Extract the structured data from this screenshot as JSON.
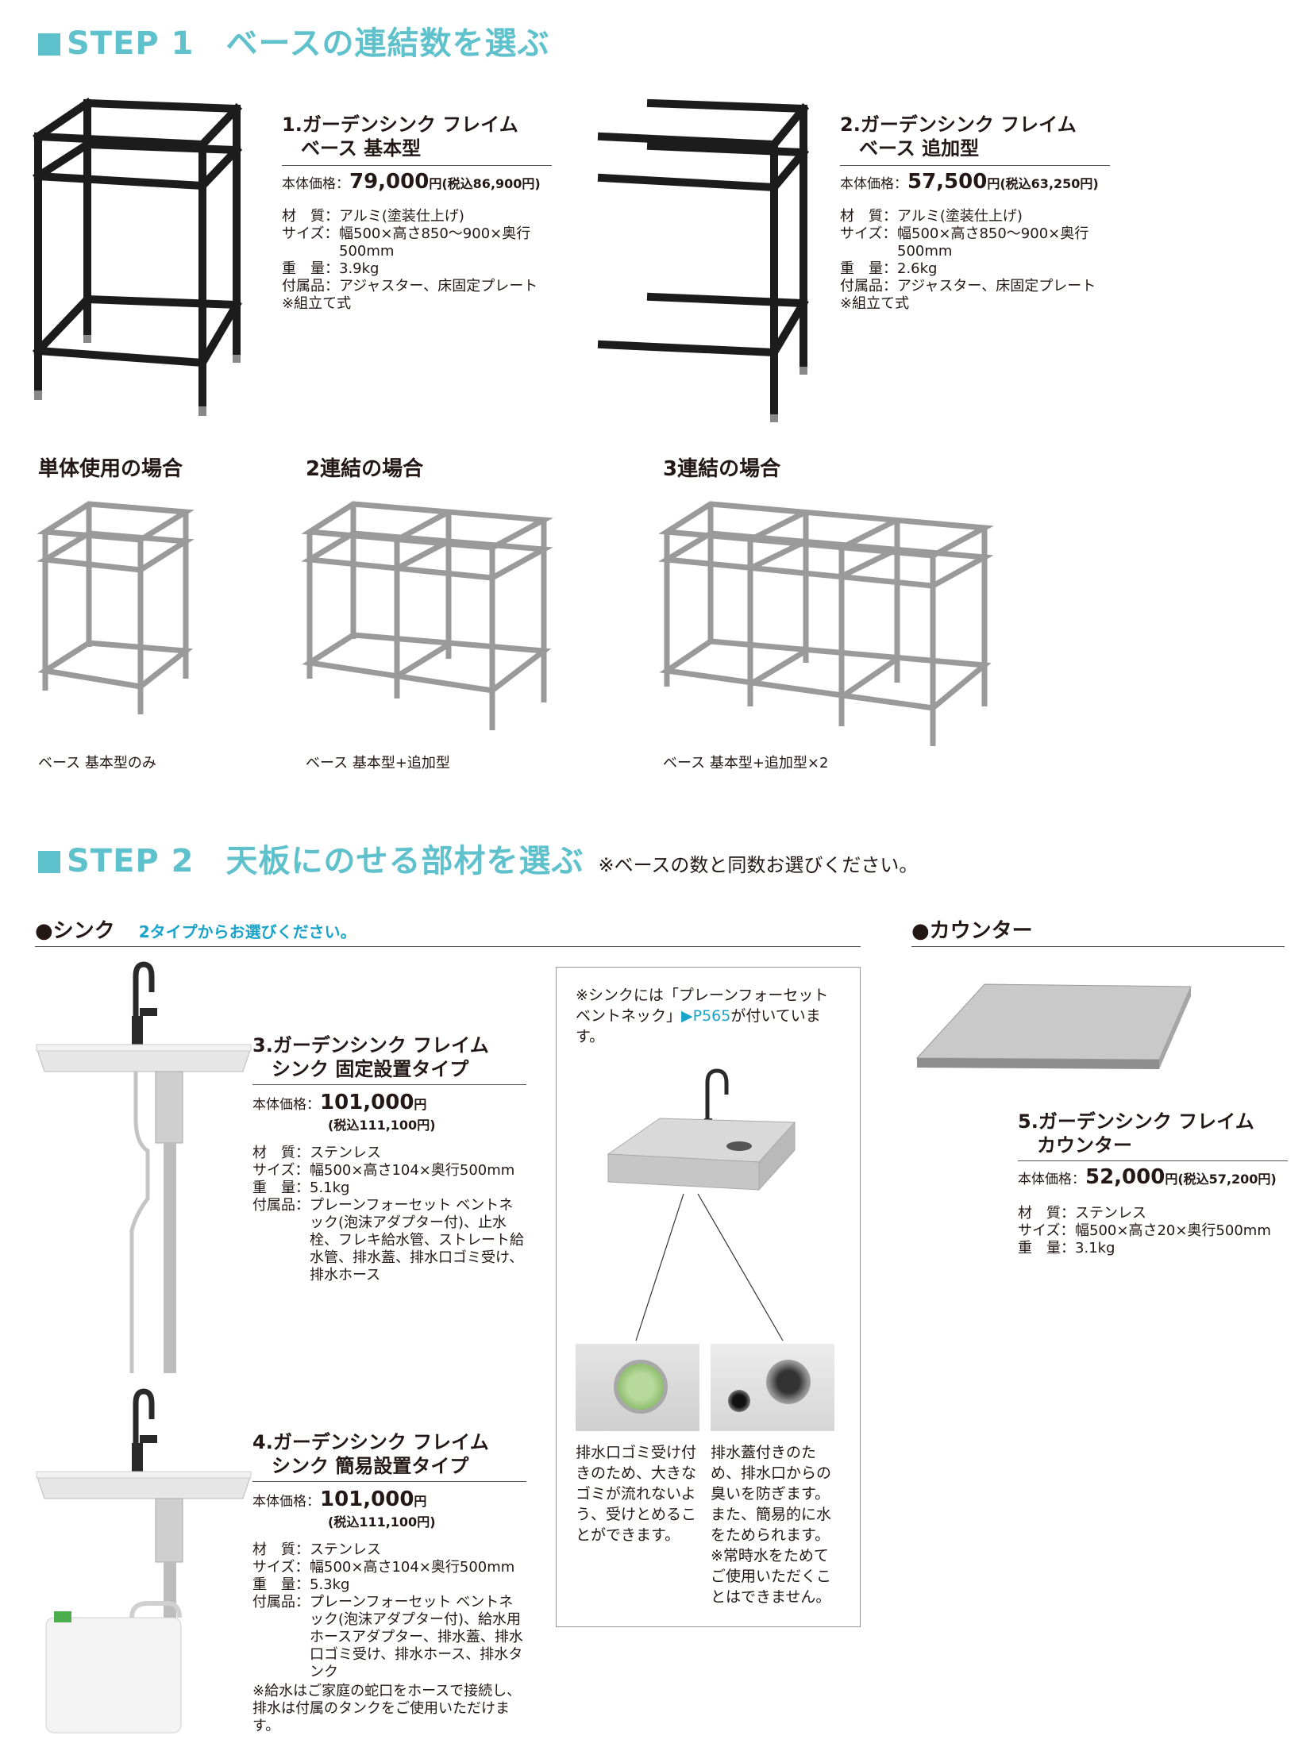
{
  "step1": {
    "label": "STEP 1",
    "title": "ベースの連結数を選ぶ"
  },
  "products": {
    "p1": {
      "title1": "1.ガーデンシンク フレイム",
      "title2": "ベース 基本型",
      "price_label": "本体価格：",
      "price": "79,000",
      "yen": "円",
      "tax": "(税込86,900円)",
      "specs": [
        {
          "k": "材　質：",
          "v": "アルミ(塗装仕上げ)"
        },
        {
          "k": "サイズ：",
          "v": "幅500×高さ850～900×奥行500mm"
        },
        {
          "k": "重　量：",
          "v": "3.9kg"
        },
        {
          "k": "付属品：",
          "v": "アジャスター、床固定プレート"
        }
      ],
      "note": "※組立て式"
    },
    "p2": {
      "title1": "2.ガーデンシンク フレイム",
      "title2": "ベース 追加型",
      "price_label": "本体価格：",
      "price": "57,500",
      "yen": "円",
      "tax": "(税込63,250円)",
      "specs": [
        {
          "k": "材　質：",
          "v": "アルミ(塗装仕上げ)"
        },
        {
          "k": "サイズ：",
          "v": "幅500×高さ850～900×奥行500mm"
        },
        {
          "k": "重　量：",
          "v": "2.6kg"
        },
        {
          "k": "付属品：",
          "v": "アジャスター、床固定プレート"
        }
      ],
      "note": "※組立て式"
    },
    "p3": {
      "title1": "3.ガーデンシンク フレイム",
      "title2": "シンク 固定設置タイプ",
      "price_label": "本体価格：",
      "price": "101,000",
      "yen": "円",
      "tax": "(税込111,100円)",
      "specs": [
        {
          "k": "材　質：",
          "v": "ステンレス"
        },
        {
          "k": "サイズ：",
          "v": "幅500×高さ104×奥行500mm"
        },
        {
          "k": "重　量：",
          "v": "5.1kg"
        },
        {
          "k": "付属品：",
          "v": "プレーンフォーセット ベントネック(泡沫アダプター付)、止水栓、フレキ給水管、ストレート給水管、排水蓋、排水口ゴミ受け、排水ホース"
        }
      ]
    },
    "p4": {
      "title1": "4.ガーデンシンク フレイム",
      "title2": "シンク 簡易設置タイプ",
      "price_label": "本体価格：",
      "price": "101,000",
      "yen": "円",
      "tax": "(税込111,100円)",
      "specs": [
        {
          "k": "材　質：",
          "v": "ステンレス"
        },
        {
          "k": "サイズ：",
          "v": "幅500×高さ104×奥行500mm"
        },
        {
          "k": "重　量：",
          "v": "5.3kg"
        },
        {
          "k": "付属品：",
          "v": "プレーンフォーセット ベントネック(泡沫アダプター付)、給水用ホースアダプター、排水蓋、排水口ゴミ受け、排水ホース、排水タンク"
        }
      ],
      "note": "※給水はご家庭の蛇口をホースで接続し、排水は付属のタンクをご使用いただけます。"
    },
    "p5": {
      "title1": "5.ガーデンシンク フレイム",
      "title2": "カウンター",
      "price_label": "本体価格：",
      "price": "52,000",
      "yen": "円",
      "tax": "(税込57,200円)",
      "specs": [
        {
          "k": "材　質：",
          "v": "ステンレス"
        },
        {
          "k": "サイズ：",
          "v": "幅500×高さ20×奥行500mm"
        },
        {
          "k": "重　量：",
          "v": "3.1kg"
        }
      ]
    }
  },
  "configs": [
    {
      "head": "単体使用の場合",
      "caption": "ベース 基本型のみ"
    },
    {
      "head": "2連結の場合",
      "caption": "ベース 基本型+追加型"
    },
    {
      "head": "3連結の場合",
      "caption": "ベース 基本型+追加型×2"
    }
  ],
  "step2": {
    "label": "STEP 2",
    "title": "天板にのせる部材を選ぶ",
    "note": "※ベースの数と同数お選びください。"
  },
  "sink_section": {
    "head": "●シンク",
    "note": "2タイプからお選びください。"
  },
  "counter_section": {
    "head": "●カウンター"
  },
  "info_box": {
    "line1": "※シンクには「プレーンフォーセット",
    "line2a": "ベントネック」",
    "line2b": "▶P565",
    "line2c": "が付いています。",
    "left_text": "排水口ゴミ受け付きのため、大きなゴミが流れないよう、受けとめることができます。",
    "right_text": "排水蓋付きのため、排水口からの臭いを防ぎます。また、簡易的に水をためられます。※常時水をためてご使用いただくことはできません。"
  },
  "colors": {
    "accent": "#5fc1cc",
    "note_blue": "#1aa3c9",
    "frame_black": "#1c1c1c"
  }
}
